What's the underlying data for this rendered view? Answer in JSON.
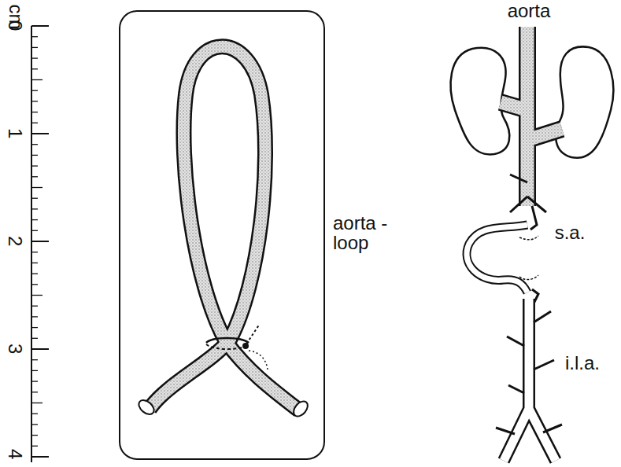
{
  "diagram": {
    "labels": [
      "cm",
      "0",
      "1",
      "2",
      "3",
      "4",
      "aorta",
      "aorta - loop",
      "s.a.",
      "i.l.a."
    ]
  }
}
